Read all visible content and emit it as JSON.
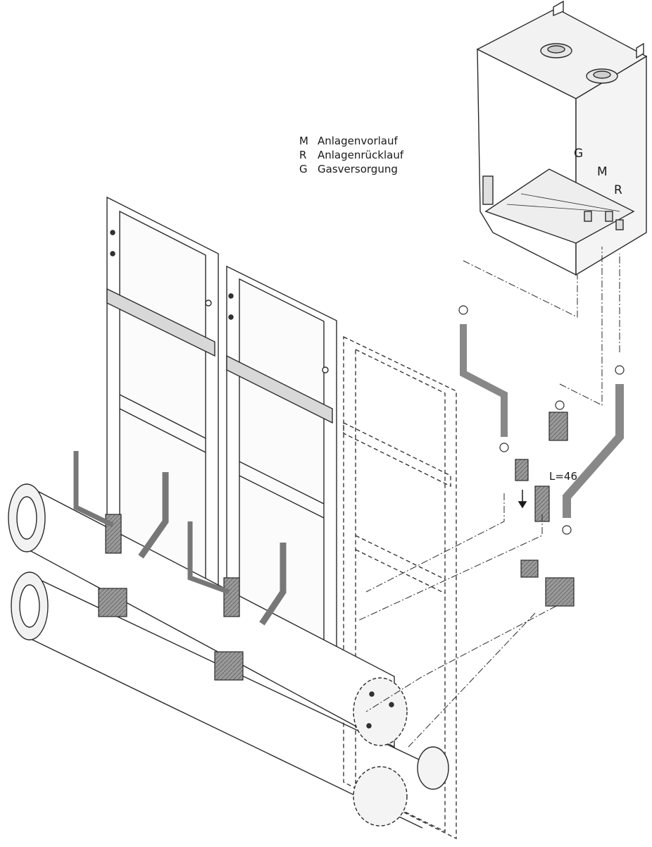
{
  "legend": [
    {
      "key": "M",
      "text": "Anlagenvorlauf"
    },
    {
      "key": "R",
      "text": "Anlagenrücklauf"
    },
    {
      "key": "G",
      "text": "Gasversorgung"
    }
  ],
  "boiler_labels": {
    "g": "G",
    "m": "M",
    "r": "R"
  },
  "dimension_label": "L=46",
  "colors": {
    "line": "#2a2a2a",
    "pipe": "#8c8c8c",
    "fitting": "#5a5a5a",
    "surface": "#f4f4f4"
  }
}
